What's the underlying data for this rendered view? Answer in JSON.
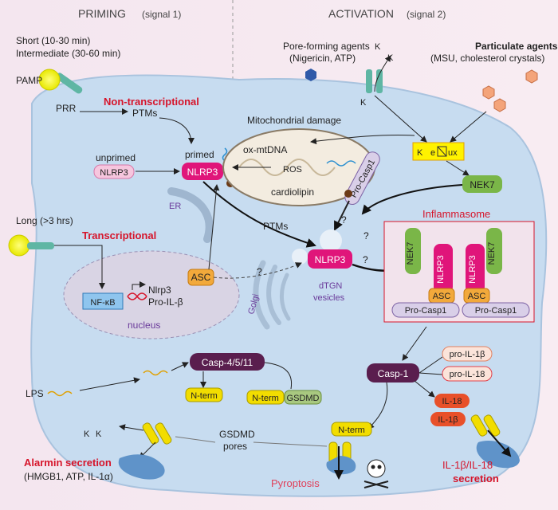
{
  "headers": {
    "priming": "PRIMING",
    "priming_sub": "(signal 1)",
    "activation": "ACTIVATION",
    "activation_sub": "(signal 2)"
  },
  "timing": {
    "short": "Short (10-30 min)",
    "intermediate": "Intermediate (30-60 min)",
    "long": "Long (>3 hrs)"
  },
  "pamp": "PAMP",
  "prr": "PRR",
  "non_transcriptional": "Non-transcriptional",
  "transcriptional": "Transcriptional",
  "ptms": "PTMs",
  "unprimed": "unprimed",
  "primed": "primed",
  "nlrp3": "NLRP3",
  "nfkb": "NF-κB",
  "genes": [
    "Nlrp3",
    "Pro-IL-β"
  ],
  "nucleus": "nucleus",
  "er": "ER",
  "asc": "ASC",
  "golgi": "Golgi",
  "dtgn": "dTGN",
  "vesicles": "vesicles",
  "mito_damage": "Mitochondrial damage",
  "ox_mtdna": "ox-mtDNA",
  "ros": "ROS",
  "cardiolipin": "cardiolipin",
  "pore_agents": "Pore-forming agents",
  "pore_agents_eg": "(Nigericin, ATP)",
  "particulate": "Particulate agents",
  "particulate_eg": "(MSU, cholesterol crystals)",
  "k": "K",
  "k_efflux_a": "K",
  "k_efflux_b": "e",
  "k_efflux_c": "ux",
  "nek7": "NEK7",
  "pro_casp1": "Pro-Casp1",
  "inflammasome": "Inflammasome",
  "question": "?",
  "casp4511": "Casp-4/5/11",
  "casp1": "Casp-1",
  "nterm": "N-term",
  "gsdmd": "GSDMD",
  "pro_il1b": "pro-IL-1β",
  "pro_il18": "pro-IL-18",
  "il18": "IL-18",
  "il1b": "IL-1β",
  "lps": "LPS",
  "gsdmd_pores_a": "GSDMD",
  "gsdmd_pores_b": "pores",
  "alarmin": "Alarmin secretion",
  "alarmin_eg": "(HMGB1, ATP, IL-1α)",
  "pyroptosis": "Pyroptosis",
  "il_secretion_a": "IL-1β/IL-18",
  "il_secretion_b": "secretion",
  "colors": {
    "nlrp3": "#e0157a",
    "nek7": "#7ab648",
    "asc": "#f2a93b",
    "casp": "#5a1e4e",
    "red": "#d6142a",
    "cell": "#c7dcf0"
  }
}
